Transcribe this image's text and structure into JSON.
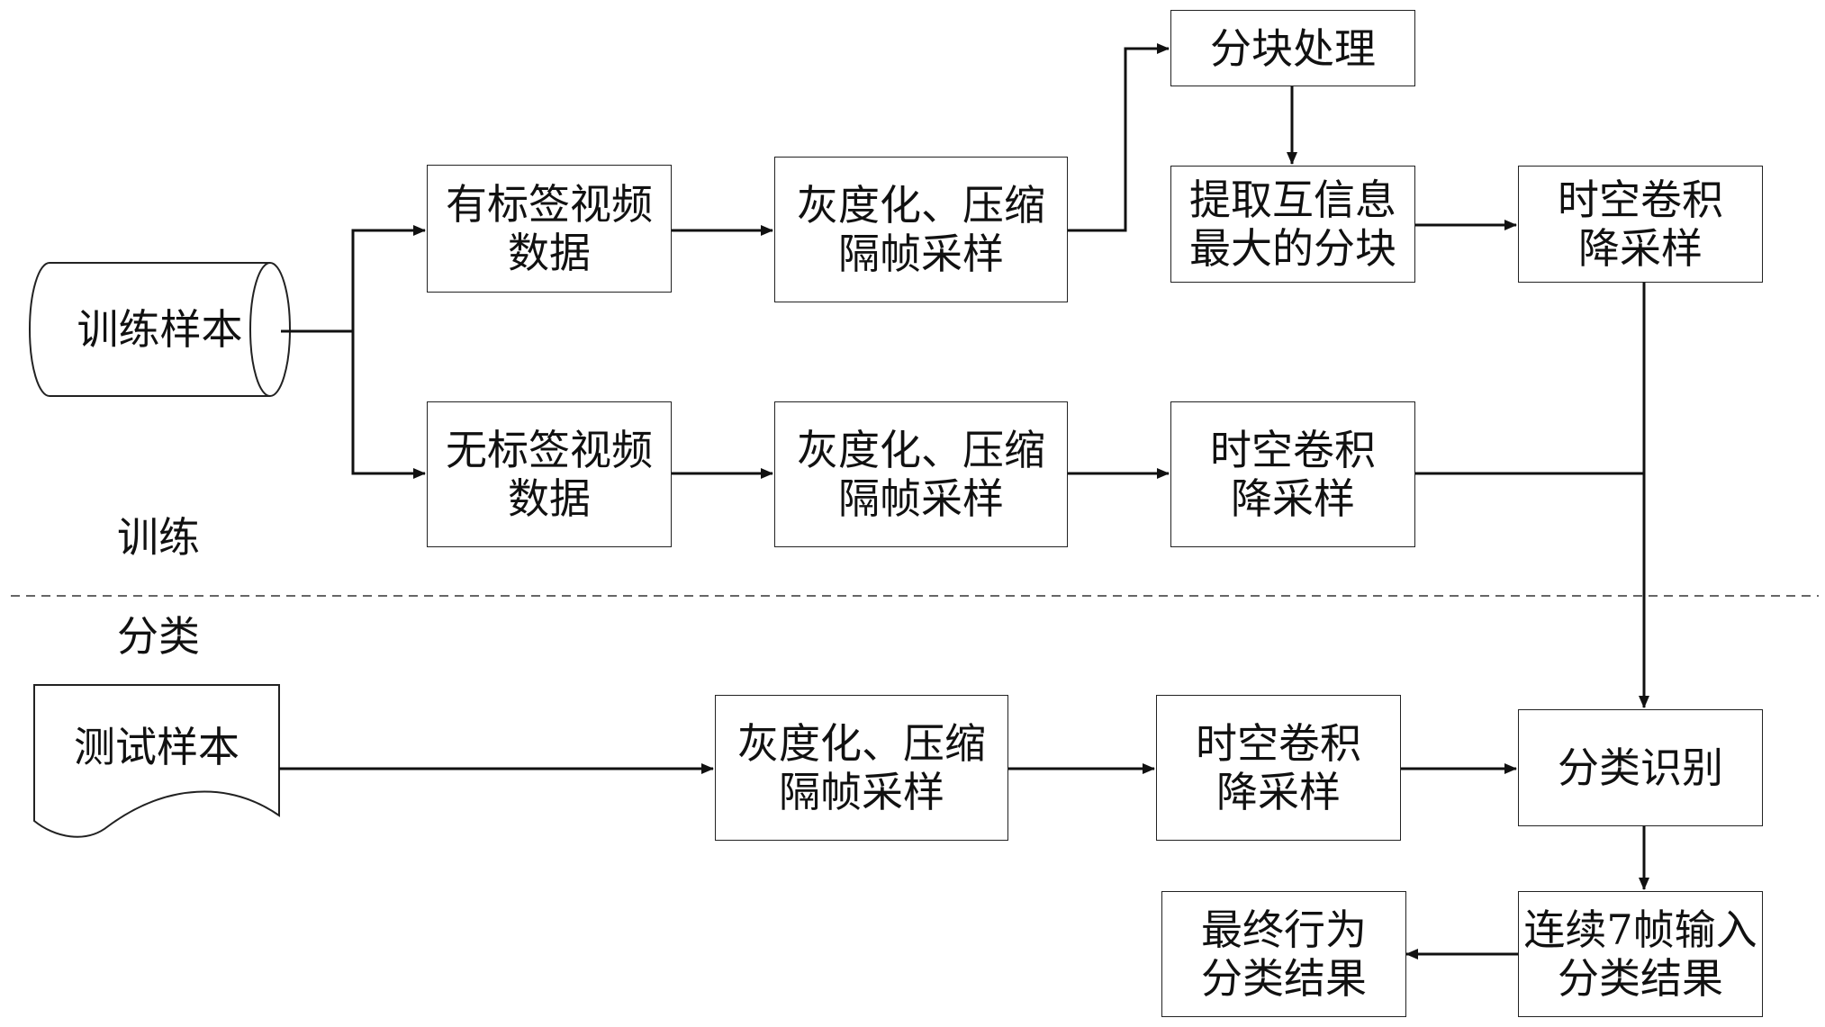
{
  "sections": {
    "train": "训练",
    "classify": "分类"
  },
  "source_train": "训练样本",
  "source_test": "测试样本",
  "nodes": {
    "labeled_video": [
      "有标签视频",
      "数据"
    ],
    "gray_1": [
      "灰度化、压缩",
      "隔帧采样"
    ],
    "block_process": [
      "分块处理"
    ],
    "extract_mi": [
      "提取互信息",
      "最大的分块"
    ],
    "stconv_1": [
      "时空卷积",
      "降采样"
    ],
    "unlabeled_video": [
      "无标签视频",
      "数据"
    ],
    "gray_2": [
      "灰度化、压缩",
      "隔帧采样"
    ],
    "stconv_2": [
      "时空卷积",
      "降采样"
    ],
    "gray_3": [
      "灰度化、压缩",
      "隔帧采样"
    ],
    "stconv_3": [
      "时空卷积",
      "降采样"
    ],
    "classify_recog": [
      "分类识别"
    ],
    "seven_frame": [
      "连续7帧输入",
      "分类结果"
    ],
    "final_result": [
      "最终行为",
      "分类结果"
    ]
  },
  "colors": {
    "line": "#111111",
    "border": "#222222",
    "background": "#ffffff"
  }
}
